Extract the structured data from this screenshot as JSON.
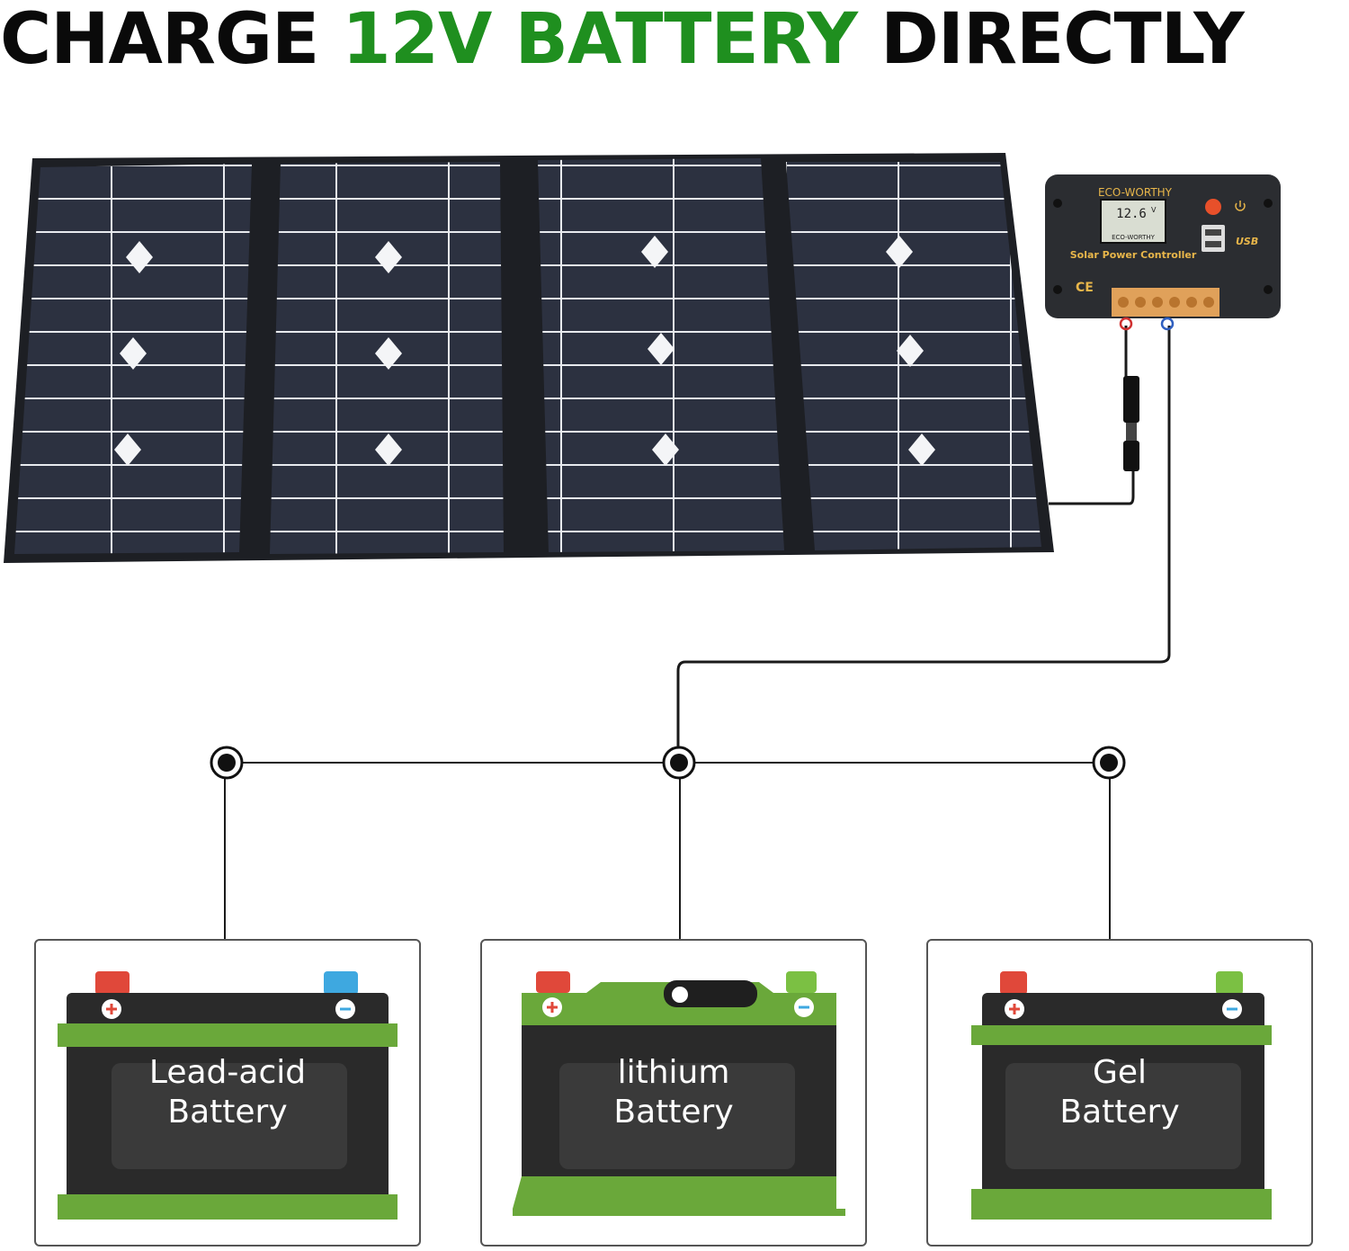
{
  "headline": {
    "part1": "CHARGE ",
    "part2": "12V BATTERY",
    "part3": " DIRECTLY"
  },
  "controller": {
    "brand": "ECO-WORTHY",
    "display_value": "12.6",
    "display_unit": "V",
    "lcd_brand": "ECO-WORTHY",
    "name": "Solar Power Controller",
    "ce_mark": "CE",
    "usb_label": "USB",
    "icons": [
      "power-button-icon",
      "power-symbol-icon",
      "usb-port-icon",
      "terminal-block-icon"
    ]
  },
  "batteries": [
    {
      "label": "Lead-acid\nBattery",
      "neg_terminal_color": "#3ea8e0"
    },
    {
      "label": "lithium\nBattery",
      "neg_terminal_color": "#7bc043"
    },
    {
      "label": "Gel\nBattery",
      "neg_terminal_color": "#7bc043"
    }
  ],
  "colors": {
    "headline_green": "#1f8f1f",
    "battery_green": "#6aa83a",
    "battery_body": "#2a2a2a",
    "positive_terminal": "#e0483a",
    "panel_cell": "#2c3140"
  }
}
